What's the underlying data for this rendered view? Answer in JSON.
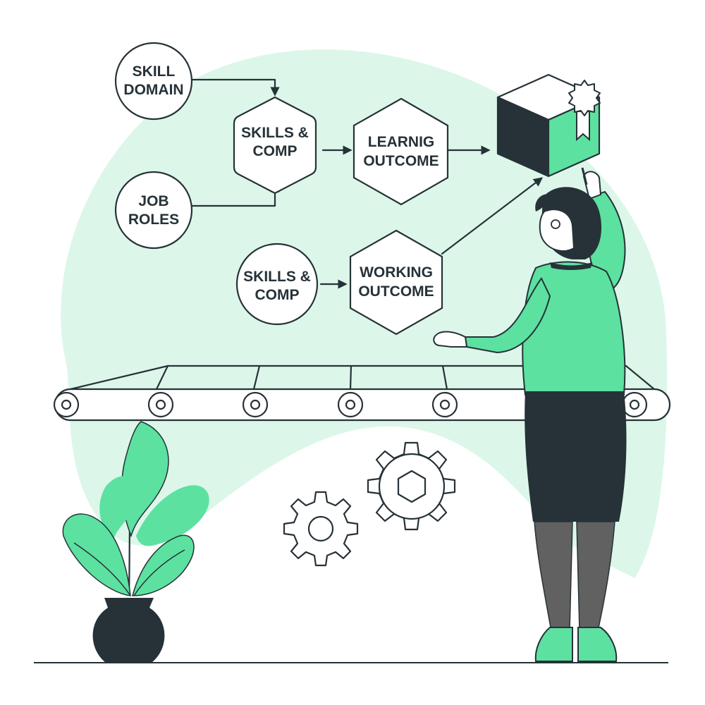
{
  "nodes": {
    "skill_domain": [
      "SKILL",
      "DOMAIN"
    ],
    "job_roles": [
      "JOB",
      "ROLES"
    ],
    "skills_comp_top": [
      "SKILLS &",
      "COMP"
    ],
    "learning_outcome": [
      "LEARNIG",
      "OUTCOME"
    ],
    "skills_comp_bottom": [
      "SKILLS &",
      "COMP"
    ],
    "working_outcome": [
      "WORKING",
      "OUTCOME"
    ]
  },
  "colors": {
    "ink": "#263238",
    "accent": "#5ce1a0",
    "blob": "#dcf7e9",
    "leg": "#616161"
  },
  "icons": [
    "box-icon",
    "badge-icon",
    "plant-icon",
    "gear-icon",
    "conveyor-belt-icon",
    "person-icon"
  ]
}
